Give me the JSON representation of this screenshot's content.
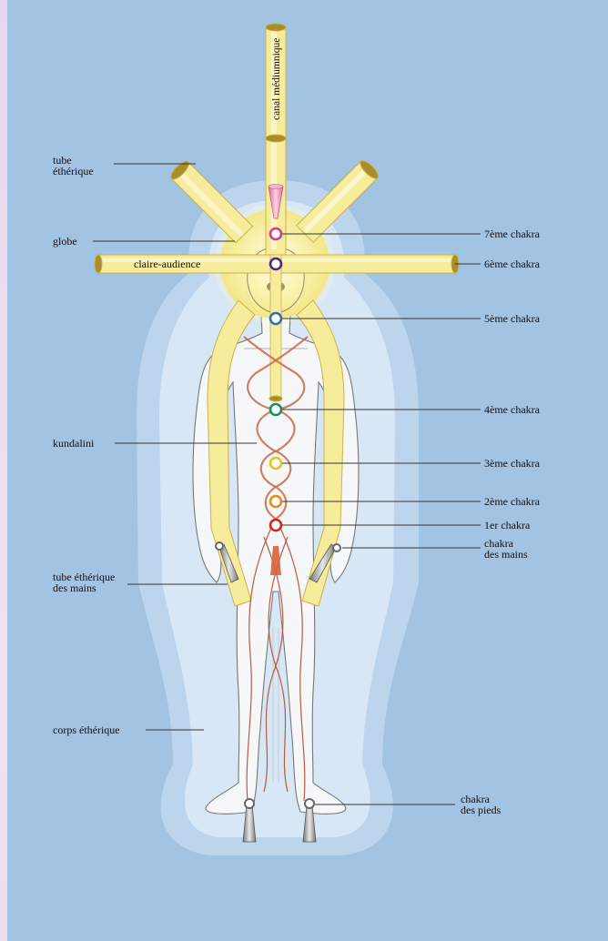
{
  "labels": {
    "canal": "canal médiumnique",
    "tube_line1": "tube",
    "tube_line2": "éthérique",
    "globe": "globe",
    "claire": "claire-audience",
    "kundalini": "kundalini",
    "tube_mains_line1": "tube éthérique",
    "tube_mains_line2": "des mains",
    "corps": "corps éthérique",
    "chakra7": "7ème chakra",
    "chakra6": "6ème chakra",
    "chakra5": "5ème chakra",
    "chakra4": "4ème chakra",
    "chakra3": "3ème chakra",
    "chakra2": "2ème chakra",
    "chakra1": "1er chakra",
    "mains_line1": "chakra",
    "mains_line2": "des mains",
    "pieds_line1": "chakra",
    "pieds_line2": "des pieds"
  },
  "colors": {
    "panel": "#a3c3e3",
    "aura_outer": "#bcd5ec",
    "aura_inner": "#d8e7f5",
    "chakra7": "#d43c8a",
    "chakra6": "#4c2a88",
    "chakra5": "#2f6fb8",
    "chakra4": "#1f8a64",
    "chakra3": "#e8c21a",
    "chakra2": "#e88a1e",
    "chakra1": "#d8221f"
  }
}
